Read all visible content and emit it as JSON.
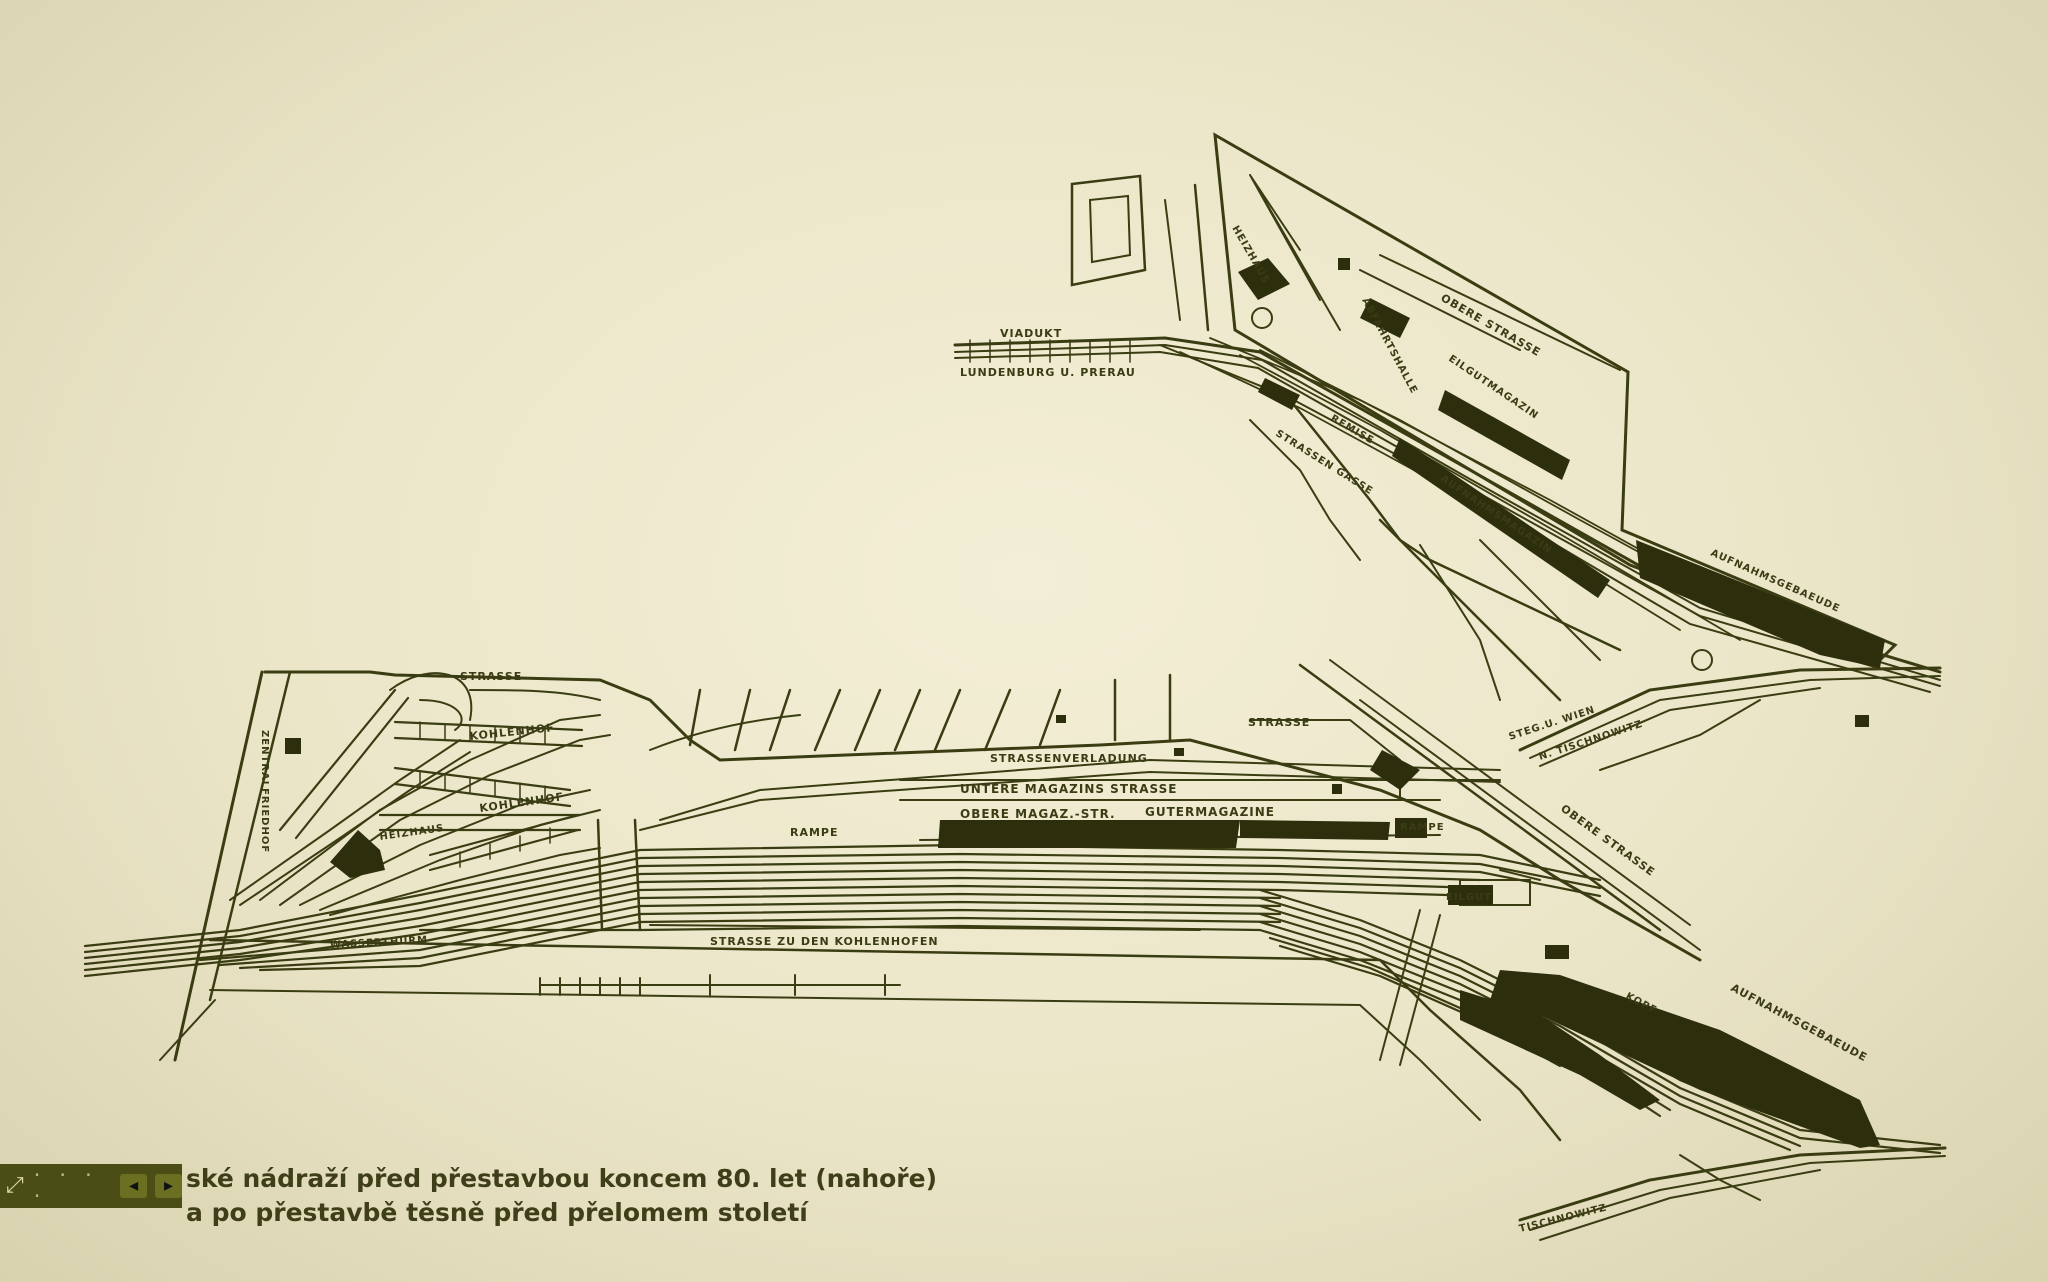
{
  "caption": {
    "line1": "ské nádraží před přestavbou koncem 80. let (nahoře)",
    "line2": "a po přestavbě těsně před přelomem století"
  },
  "viewer_toolbar": {
    "icon": "expand-icon",
    "dots": "· · · ·",
    "prev_label": "◂",
    "next_label": "▸"
  },
  "top_plan": {
    "labels": {
      "viadukt": "VIADUKT",
      "lundenburg": "LUNDENBURG U. PRERAU",
      "obere_strasse": "OBERE STRASSE",
      "heizhaus": "HEIZHAUS",
      "abfahrtshalle": "ABFAHRTSHALLE",
      "eilgut": "EILGUTMAGAZIN",
      "aufnahmsmagazin": "AUFNAHMSMAGAZIN",
      "remise": "REMISE",
      "gasse": "STRASSEN GASSE",
      "aufnahmsgebaeude": "AUFNAHMSGEBAEUDE",
      "stegu_wien": "STEG.U. WIEN",
      "tischnowitz": "N. TISCHNOWITZ"
    }
  },
  "bottom_plan": {
    "labels": {
      "strasse_top": "STRASSE",
      "kohlenhof_1": "KOHLENHOF",
      "kohlenhof_2": "KOHLENHOF",
      "heizhaus": "HEIZHAUS",
      "strassenverladung": "STRASSENVERLADUNG",
      "untere_magazins": "UNTERE MAGAZINS STRASSE",
      "obere_magaz": "OBERE MAGAZ.-STR.",
      "gutermagazine": "GUTERMAGAZINE",
      "rampe": "RAMPE",
      "rampe_2": "RAMPE",
      "strasse_kohlenhofen": "STRASSE ZU DEN KOHLENHOFEN",
      "wasserthurm": "WASSERTHURM",
      "strasse_right": "STRASSE",
      "obere_strasse": "OBERE STRASSE",
      "eilgut": "EILGUT",
      "aufnahmsgebaeude": "AUFNAHMSGEBAEUDE",
      "kopf": "KOPF",
      "zentralfriedhof": "ZENTRALFRIEDHOF",
      "tischnowitz": "TISCHNOWITZ"
    }
  }
}
